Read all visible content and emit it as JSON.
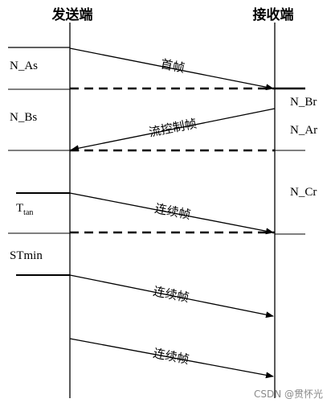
{
  "participants": {
    "sender": "发送端",
    "receiver": "接收端"
  },
  "timers": {
    "n_as": "N_As",
    "n_bs": "N_Bs",
    "t_tan_main": "T",
    "t_tan_sub": "tan",
    "st_min": "STmin",
    "n_br": "N_Br",
    "n_ar": "N_Ar",
    "n_cr": "N_Cr"
  },
  "messages": {
    "first_frame": "首帧",
    "flow_control_frame": "流控制帧",
    "consecutive_frame_1": "连续帧",
    "consecutive_frame_2": "连续帧",
    "consecutive_frame_3": "连续帧"
  },
  "watermark": "CSDN @贯怀光"
}
